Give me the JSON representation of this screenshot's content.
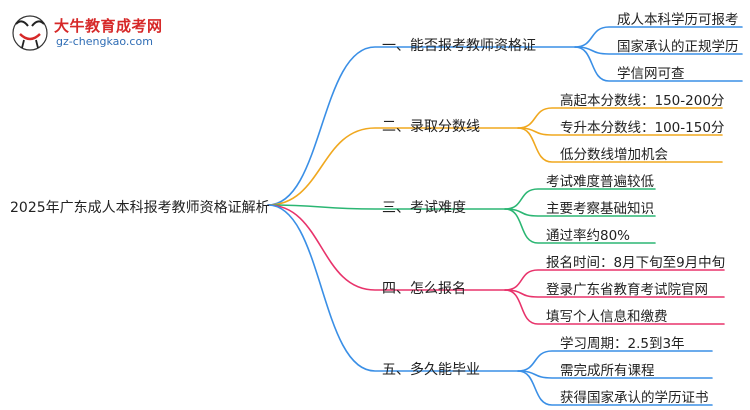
{
  "logo": {
    "title": "大牛教育成考网",
    "url": "gz-chengkao.com"
  },
  "root": {
    "label": "2025年广东成人本科报考教师资格证解析"
  },
  "branches": [
    {
      "label": "一、能否报考教师资格证",
      "color": "#3a8fe6",
      "leaves": [
        "成人本科学历可报考",
        "国家承认的正规学历",
        "学信网可查"
      ]
    },
    {
      "label": "二、录取分数线",
      "color": "#f0a81f",
      "leaves": [
        "高起本分数线：150-200分",
        "专升本分数线：100-150分",
        "低分数线增加机会"
      ]
    },
    {
      "label": "三、考试难度",
      "color": "#2bb673",
      "leaves": [
        "考试难度普遍较低",
        "主要考察基础知识",
        "通过率约80%"
      ]
    },
    {
      "label": "四、怎么报名",
      "color": "#e8336b",
      "leaves": [
        "报名时间：8月下旬至9月中旬",
        "登录广东省教育考试院官网",
        "填写个人信息和缴费"
      ]
    },
    {
      "label": "五、多久能毕业",
      "color": "#3a8fe6",
      "leaves": [
        "学习周期：2.5到3年",
        "需完成所有课程",
        "获得国家承认的学历证书"
      ]
    }
  ]
}
